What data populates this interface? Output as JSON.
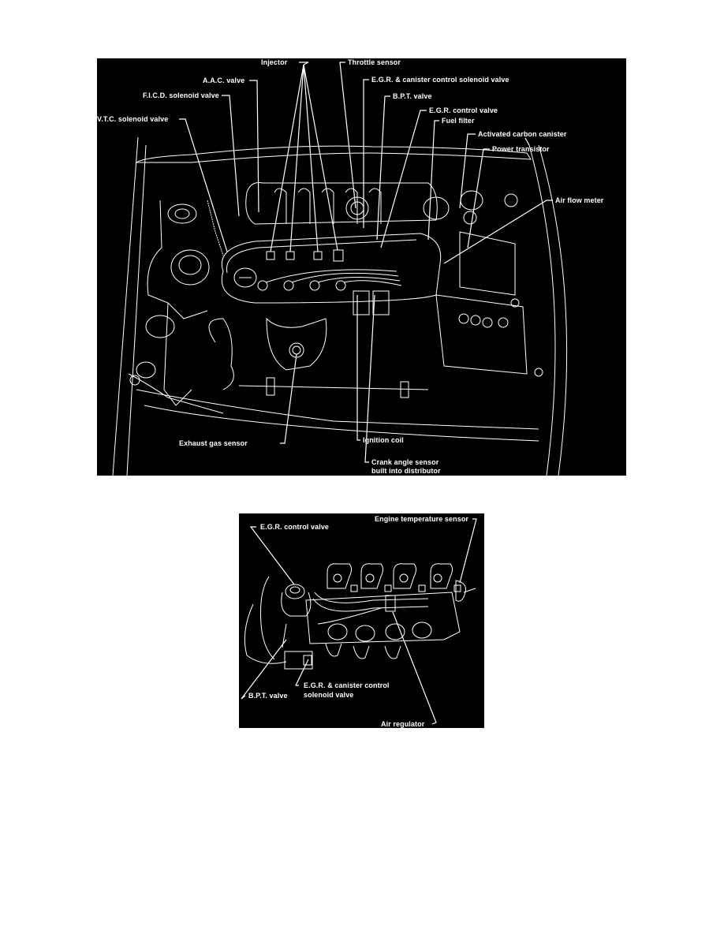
{
  "figures": [
    {
      "id": "engine-compartment",
      "labels": {
        "injector": "Injector",
        "throttle_sensor": "Throttle sensor",
        "aac_valve": "A.A.C. valve",
        "egr_canister_solenoid": "E.G.R. & canister control solenoid valve",
        "ficd_solenoid": "F.I.C.D. solenoid valve",
        "bpt_valve": "B.P.T. valve",
        "egr_control_valve": "E.G.R. control valve",
        "vtc_solenoid": "V.T.C. solenoid valve",
        "fuel_filter": "Fuel filter",
        "carbon_canister": "Activated carbon canister",
        "power_transistor": "Power transistor",
        "air_flow_meter": "Air flow meter",
        "exhaust_gas_sensor": "Exhaust gas sensor",
        "ignition_coil": "Ignition coil",
        "crank_angle_sensor_1": "Crank angle sensor",
        "crank_angle_sensor_2": "built into distributor"
      }
    },
    {
      "id": "intake-manifold",
      "labels": {
        "egr_control_valve": "E.G.R. control valve",
        "engine_temp_sensor": "Engine temperature sensor",
        "egr_canister_solenoid_1": "E.G.R. & canister control",
        "egr_canister_solenoid_2": "solenoid valve",
        "bpt_valve": "B.P.T. valve",
        "air_regulator": "Air regulator"
      }
    }
  ]
}
